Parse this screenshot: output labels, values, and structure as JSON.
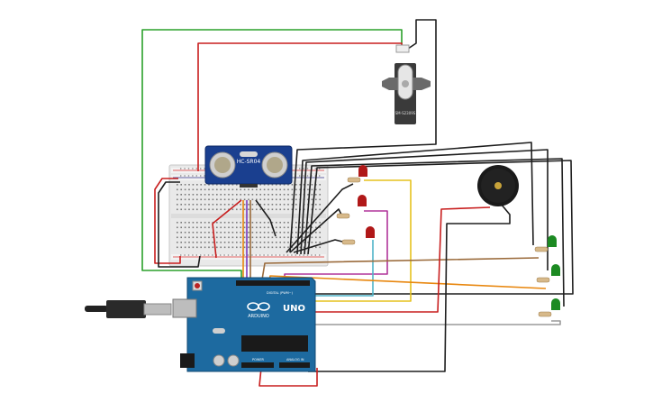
{
  "components": {
    "sensor": {
      "label": "HC-SR04",
      "color": "#1a3f8f"
    },
    "servo": {
      "label": "SM-S2309S",
      "color": "#555555"
    },
    "arduino": {
      "logo": "ARDUINO",
      "model": "UNO",
      "digital_label": "DIGITAL (PWM~)",
      "power_label": "POWER",
      "analog_label": "ANALOG IN",
      "color": "#1d6aa0"
    },
    "buzzer": {
      "color": "#1a1a1a"
    },
    "red_leds": {
      "count": 3,
      "color": "#b01818"
    },
    "green_leds": {
      "count": 3,
      "color": "#1c8a22"
    },
    "usb_cable": {
      "color": "#222222"
    }
  },
  "wire_colors": {
    "green": "#2aa02a",
    "red": "#c81e1e",
    "black": "#1e1e1e",
    "yellow": "#e6c21e",
    "magenta": "#b0359a",
    "cyan": "#4fb4c8",
    "orange": "#e8870f",
    "brown": "#9a6a3a",
    "gray": "#9a9a9a",
    "purple": "#7a3ac0"
  }
}
